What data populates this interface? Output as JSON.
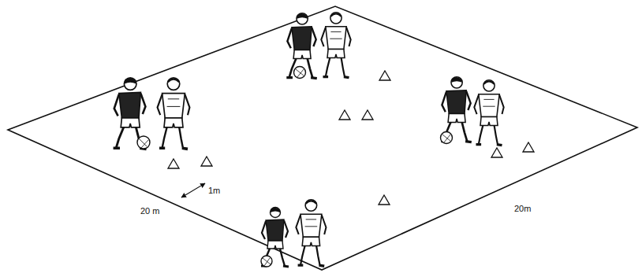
{
  "diagram": {
    "labels": [
      "1m",
      "20 m",
      "20m"
    ]
  }
}
